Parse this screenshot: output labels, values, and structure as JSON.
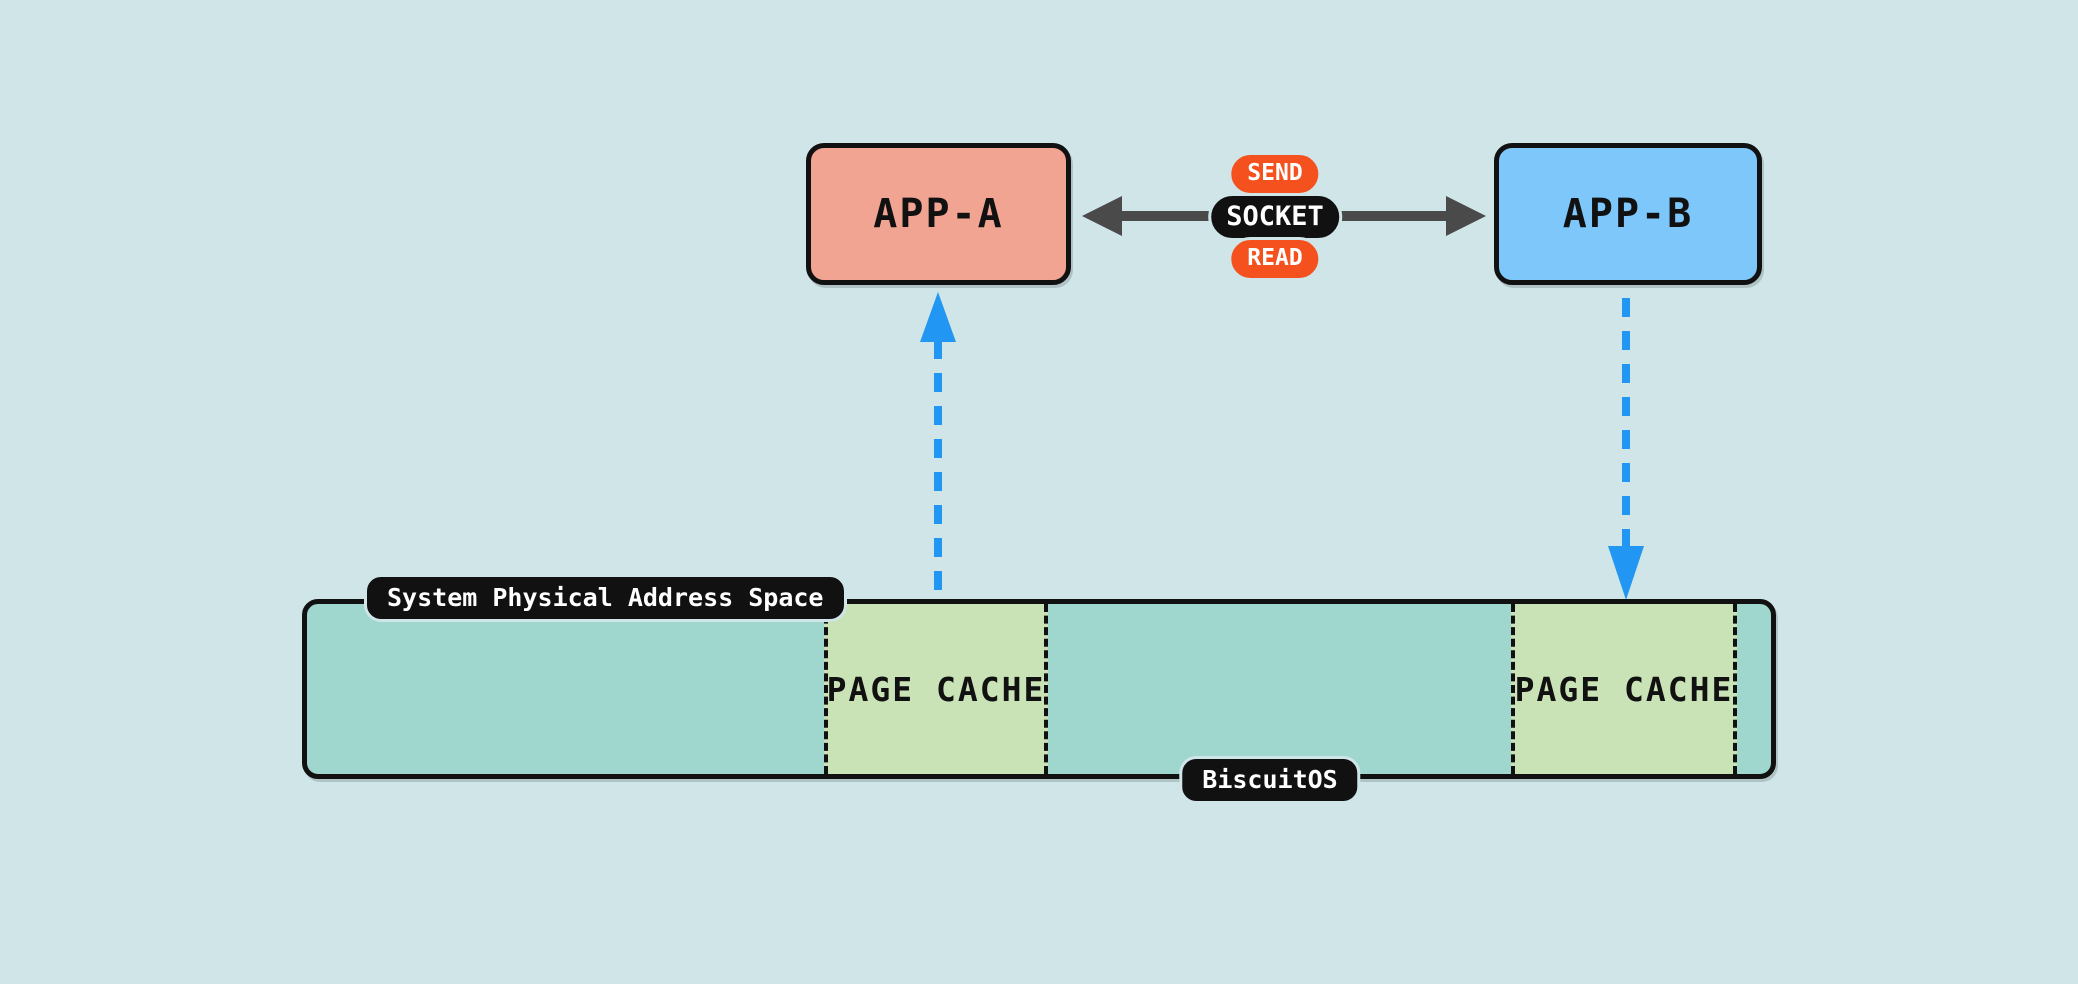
{
  "diagram": {
    "nodes": {
      "app_a": {
        "label": "APP-A"
      },
      "app_b": {
        "label": "APP-B"
      }
    },
    "socket": {
      "send": "SEND",
      "label": "SOCKET",
      "read": "READ"
    },
    "memory": {
      "title": "System Physical Address Space",
      "os": "BiscuitOS",
      "cache_left": "PAGE CACHE",
      "cache_right": "PAGE CACHE"
    }
  },
  "colors": {
    "background": "#cfe5e7",
    "app_a_fill": "#f2a493",
    "app_b_fill": "#7dc7fb",
    "bar_fill": "#9fd6ce",
    "page_cache_fill": "#c9e3b6",
    "badge_orange": "#f4511e",
    "pill_black": "#111111",
    "socket_arrow_gray": "#4a4a4a",
    "dashed_arrow_blue": "#2196f3",
    "border_black": "#111111"
  }
}
